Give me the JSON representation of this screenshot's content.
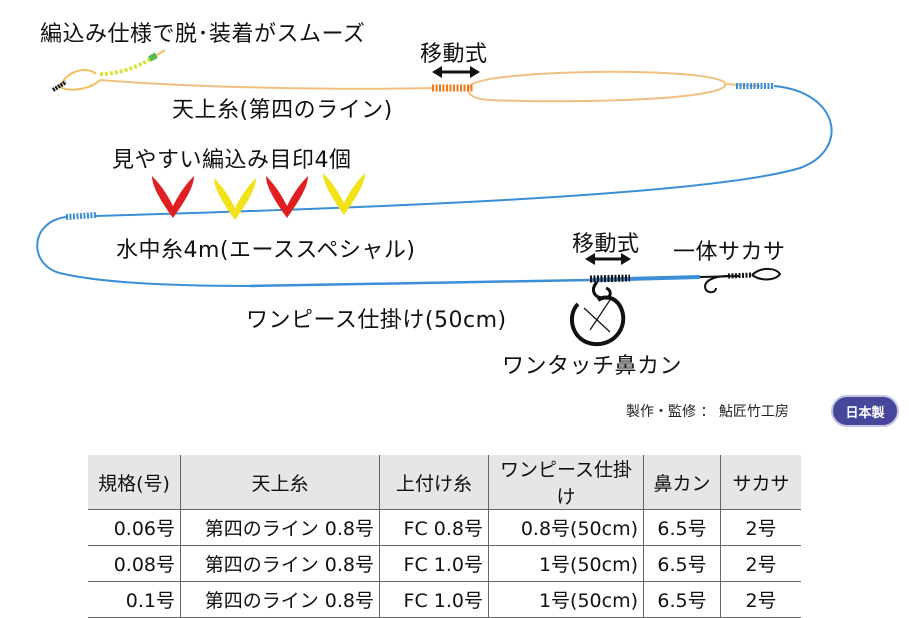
{
  "diagram": {
    "top_label": "編込み仕様で脱･装着がスムーズ",
    "moving_label_1": "移動式",
    "upper_line_label": "天上糸(第四のライン)",
    "marker_label": "見やすい編込み目印4個",
    "main_line_label": "水中糸4m(エーススペシャル)",
    "moving_label_2": "移動式",
    "sakasa_label": "一体サカサ",
    "onepiece_label": "ワンピース仕掛け(50cm)",
    "hanakan_label": "ワンタッチ鼻カン"
  },
  "colors": {
    "upper_line": "#f0c080",
    "main_line": "#3a8fd6",
    "marker_red": "#e02020",
    "marker_yellow": "#f2e21c",
    "braid_orange": "#f07818",
    "badge": "#46479a"
  },
  "credit": "製作・監修 ： 鮎匠竹工房",
  "badge": "日本製",
  "table": {
    "headers": [
      "規格(号)",
      "天上糸",
      "上付け糸",
      "ワンピース仕掛け",
      "鼻カン",
      "サカサ"
    ],
    "rows": [
      [
        "0.06号",
        "第四のライン 0.8号",
        "FC 0.8号",
        "0.8号(50cm)",
        "6.5号",
        "2号"
      ],
      [
        "0.08号",
        "第四のライン 0.8号",
        "FC 1.0号",
        "1号(50cm)",
        "6.5号",
        "2号"
      ],
      [
        "0.1号",
        "第四のライン 0.8号",
        "FC 1.0号",
        "1号(50cm)",
        "6.5号",
        "2号"
      ]
    ]
  }
}
